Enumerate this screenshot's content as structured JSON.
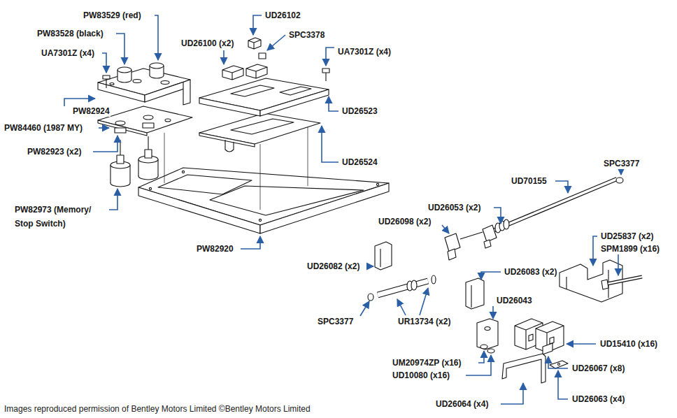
{
  "diagram": {
    "labels": [
      "PW83529 (red)",
      "UD26102",
      "PW83528 (black)",
      "UD26100 (x2)",
      "SPC3378",
      "UA7301Z (x4)",
      "UA7301Z (x4)",
      "PW82924",
      "UD26523",
      "PW84460 (1987 MY)",
      "PW82923 (x2)",
      "UD26524",
      "SPC3377",
      "UD70155",
      "PW82973 (Memory/ Stop Switch)",
      "UD26053 (x2)",
      "UD26098 (x2)",
      "UD25837 (x2)",
      "SPM1899 (x16)",
      "PW82920",
      "UD26082 (x2)",
      "UD26083 (x2)",
      "SPC3377",
      "UD26043",
      "UR13734 (x2)",
      "UD15410 (x16)",
      "UM20974ZP (x16)",
      "UD10080 (x16)",
      "UD26067 (x8)",
      "UD26064 (x4)",
      "UD26063 (x4)",
      "Images reproduced permission of Bentley Motors Limited ©Bentley Motors Limited"
    ]
  }
}
